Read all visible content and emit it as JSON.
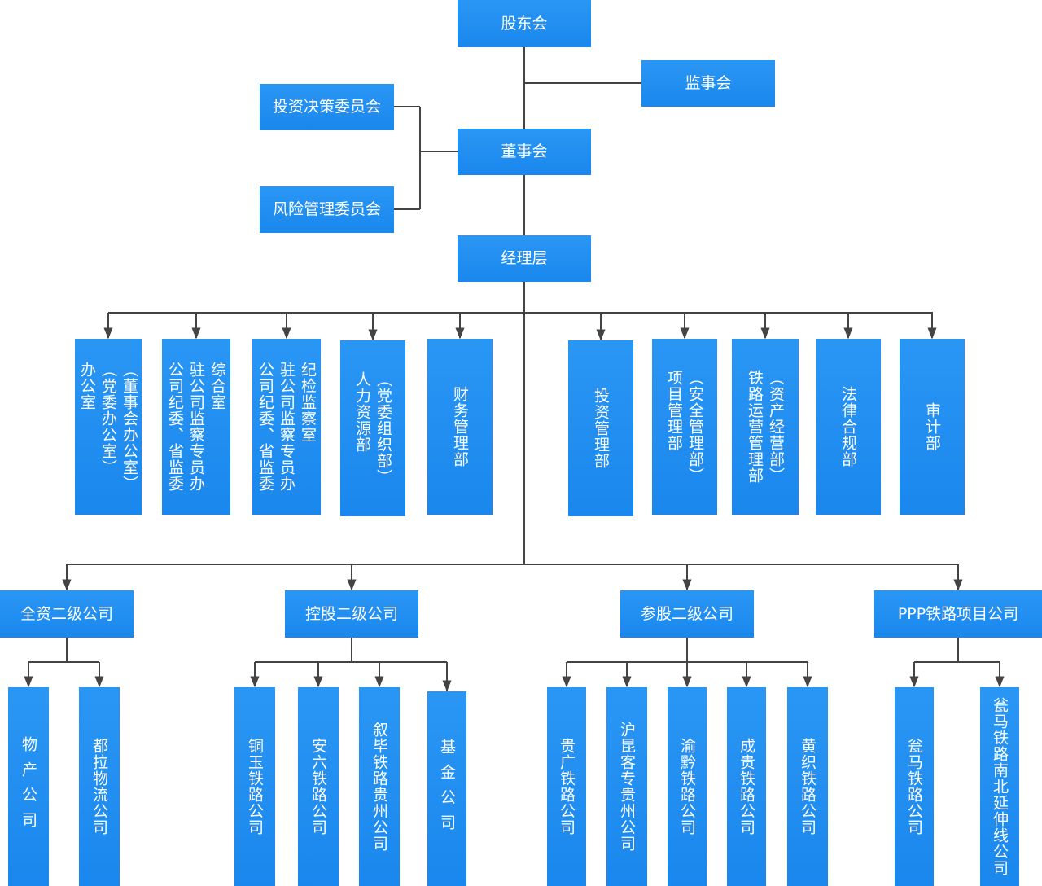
{
  "top": {
    "shareholders": "股东会",
    "supervisors": "监事会",
    "board": "董事会",
    "investment_committee": "投资决策委员会",
    "risk_committee": "风险管理委员会",
    "management": "经理层"
  },
  "departments": [
    {
      "lines": [
        "（董事会办公室）",
        "（党委办公室）",
        "办公室"
      ]
    },
    {
      "lines": [
        "综合室",
        "驻公司监察专员办",
        "公司纪委、省监委"
      ]
    },
    {
      "lines": [
        "纪检监察室",
        "驻公司监察专员办",
        "公司纪委、省监委"
      ]
    },
    {
      "lines": [
        "（党委组织部）",
        "人力资源部"
      ]
    },
    {
      "lines": [
        "财务管理部"
      ]
    },
    {
      "lines": [
        "投资管理部"
      ]
    },
    {
      "lines": [
        "（安全管理部）",
        "项目管理部"
      ]
    },
    {
      "lines": [
        "（资产经营部）",
        "铁路运营管理部"
      ]
    },
    {
      "lines": [
        "法律合规部"
      ]
    },
    {
      "lines": [
        "审计部"
      ]
    }
  ],
  "groups": [
    {
      "label": "全资二级公司",
      "children": [
        "物产公司",
        "都拉物流公司"
      ]
    },
    {
      "label": "控股二级公司",
      "children": [
        "铜玉铁路公司",
        "安六铁路公司",
        "叙毕铁路贵州公司",
        "基金公司"
      ]
    },
    {
      "label": "参股二级公司",
      "children": [
        "贵广铁路公司",
        "沪昆客专贵州公司",
        "渝黔铁路公司",
        "成贵铁路公司",
        "黄织铁路公司"
      ]
    },
    {
      "label": "PPP铁路项目公司",
      "children": [
        "瓮马铁路公司",
        "瓮马铁路南北延伸线公司"
      ]
    }
  ],
  "colors": {
    "box": "#1f8cf0",
    "line": "#444444"
  }
}
